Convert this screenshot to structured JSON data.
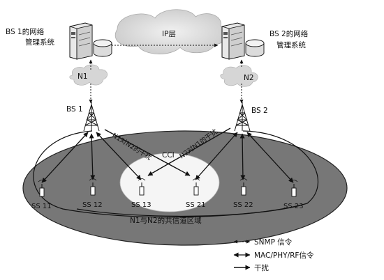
{
  "labels": {
    "bs1_mgmt_line1": "BS 1的网络",
    "bs1_mgmt_line2": "管理系统",
    "bs2_mgmt_line1": "BS 2的网络",
    "bs2_mgmt_line2": "管理系统",
    "ip_layer": "IP层",
    "n1": "N1",
    "n2": "N2",
    "bs1": "BS 1",
    "bs2": "BS 2",
    "interference_n1_to_n2": "N1对N2的干扰",
    "interference_n2_to_n1": "N2对N1的干扰",
    "cci": "CCI",
    "co_channel_region": "N1与N2的共信道区域"
  },
  "subscribers": [
    "SS 11",
    "SS 12",
    "SS 13",
    "SS 21",
    "SS 22",
    "SS 23"
  ],
  "legend": [
    {
      "icon": "snmp-signal-arrow-icon",
      "label": "SNMP 信令"
    },
    {
      "icon": "mac-phy-rf-signal-arrow-icon",
      "label": "MAC/PHY/RF信令"
    },
    {
      "icon": "interference-arrow-icon",
      "label": "干扰"
    }
  ]
}
